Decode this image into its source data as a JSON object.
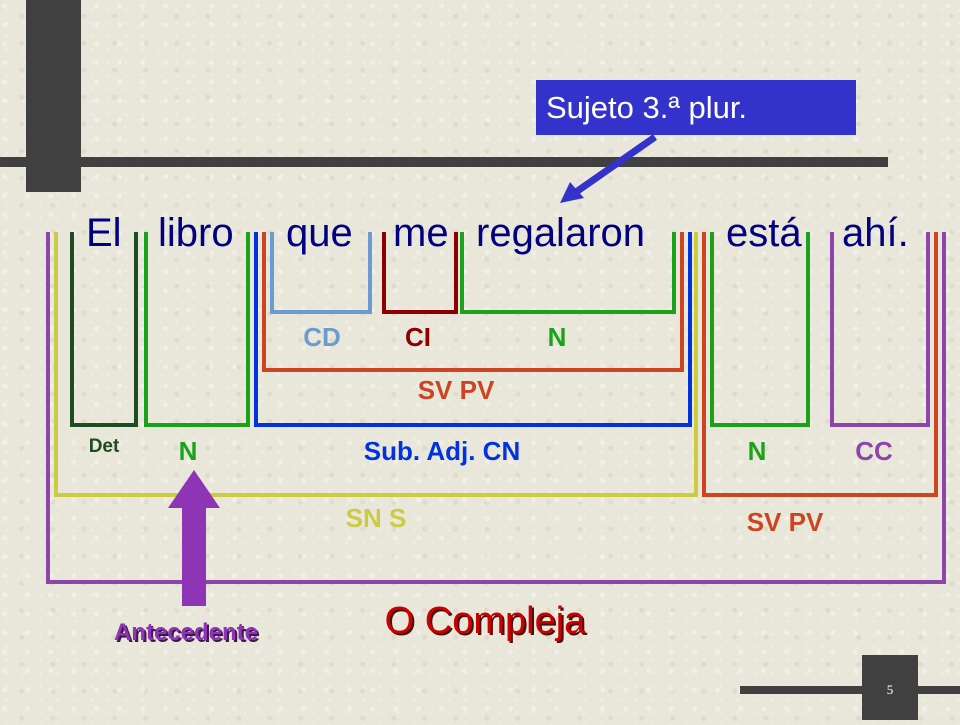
{
  "sentence": {
    "words": [
      "El",
      "libro",
      "que",
      "me",
      "regalaron",
      "está",
      "ahí."
    ]
  },
  "callout": {
    "text": "Sujeto 3.ª plur."
  },
  "labels": {
    "cd": "CD",
    "ci": "CI",
    "n_verb": "N",
    "sv_pv_sub": "SV PV",
    "det": "Det",
    "n_noun": "N",
    "sub_adj": "Sub. Adj. CN",
    "n_main": "N",
    "cc": "CC",
    "sn_s": "SN S",
    "sv_pv_main": "SV PV",
    "antecedente": "Antecedente",
    "oracion": "O Compleja"
  },
  "slide_number": "5",
  "colors": {
    "word_text": "#000080",
    "green": "#1aa31a",
    "dark_green": "#1f4d1f",
    "light_blue": "#6b9bd1",
    "dark_red": "#8b0000",
    "orange_red": "#cc4422",
    "blue": "#0033dd",
    "olive": "#cccc44",
    "purple": "#8e44ad",
    "arrow_purple": "#8e35b5",
    "callout_bg": "#3333cc",
    "red_text": "#cc0000"
  }
}
